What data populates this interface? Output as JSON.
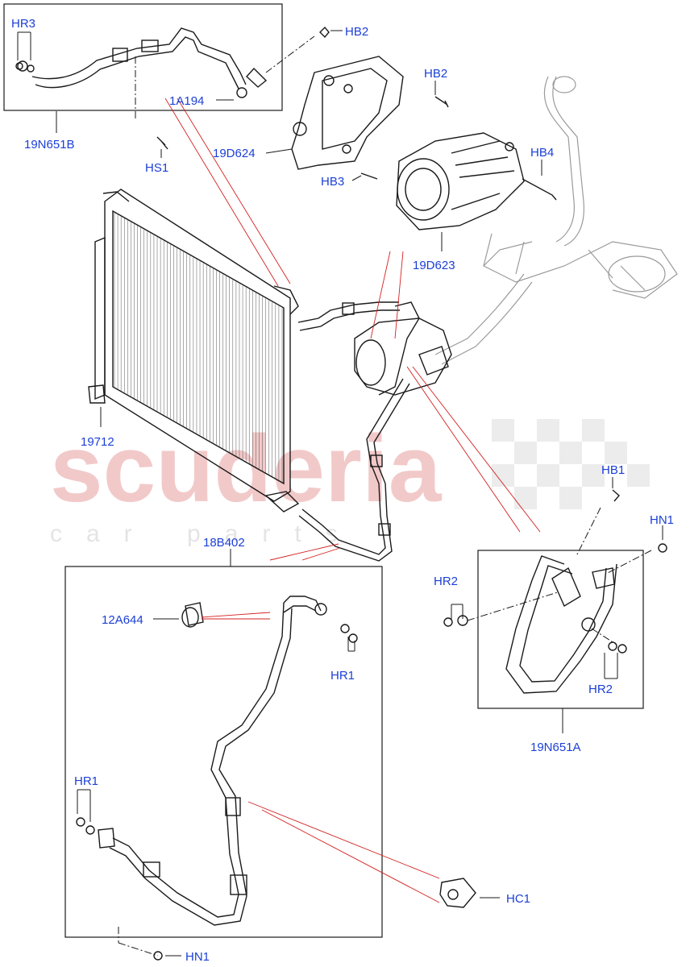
{
  "watermark": {
    "main": "scuderia",
    "sub": "car parts"
  },
  "callouts": {
    "hr3": "HR3",
    "hb2_top": "HB2",
    "hb2_mid": "HB2",
    "p1a194": "1A194",
    "p19n651b": "19N651B",
    "hs1": "HS1",
    "p19d624": "19D624",
    "hb3": "HB3",
    "hb4": "HB4",
    "p19d623": "19D623",
    "p19712": "19712",
    "hb1": "HB1",
    "hn1_right": "HN1",
    "p18b402": "18B402",
    "p12a644": "12A644",
    "hr1_top": "HR1",
    "hr2_left": "HR2",
    "hr2_right": "HR2",
    "p19n651a": "19N651A",
    "hr1_bottom": "HR1",
    "hc1": "HC1",
    "hn1_bottom": "HN1"
  },
  "colors": {
    "callout": "#1c3fd6",
    "leader_red": "#d42020",
    "line": "#1a1a1a",
    "ghost": "#9a9a9a"
  }
}
